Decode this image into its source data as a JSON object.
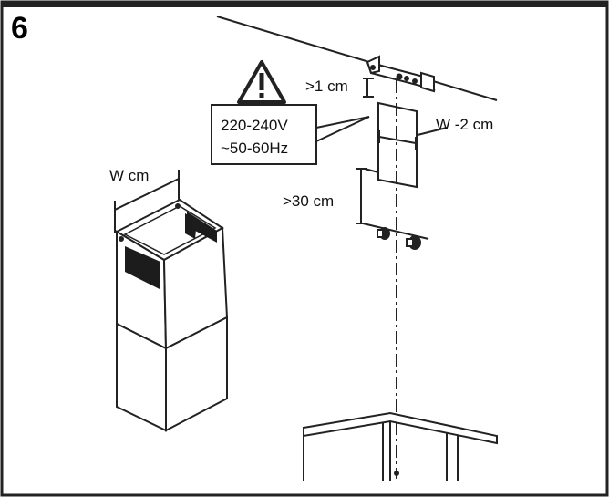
{
  "step_number": "6",
  "warning": {
    "icon": "warning-triangle-icon",
    "voltage": "220-240V",
    "frequency": "~50-60Hz"
  },
  "dimensions": {
    "top_gap": ">1 cm",
    "bracket_width": "W -2 cm",
    "min_gap": ">30 cm",
    "chimney_width": "W cm"
  },
  "colors": {
    "line": "#222222",
    "fill_dark": "#1c1c1c",
    "panel": "#ffffff"
  }
}
